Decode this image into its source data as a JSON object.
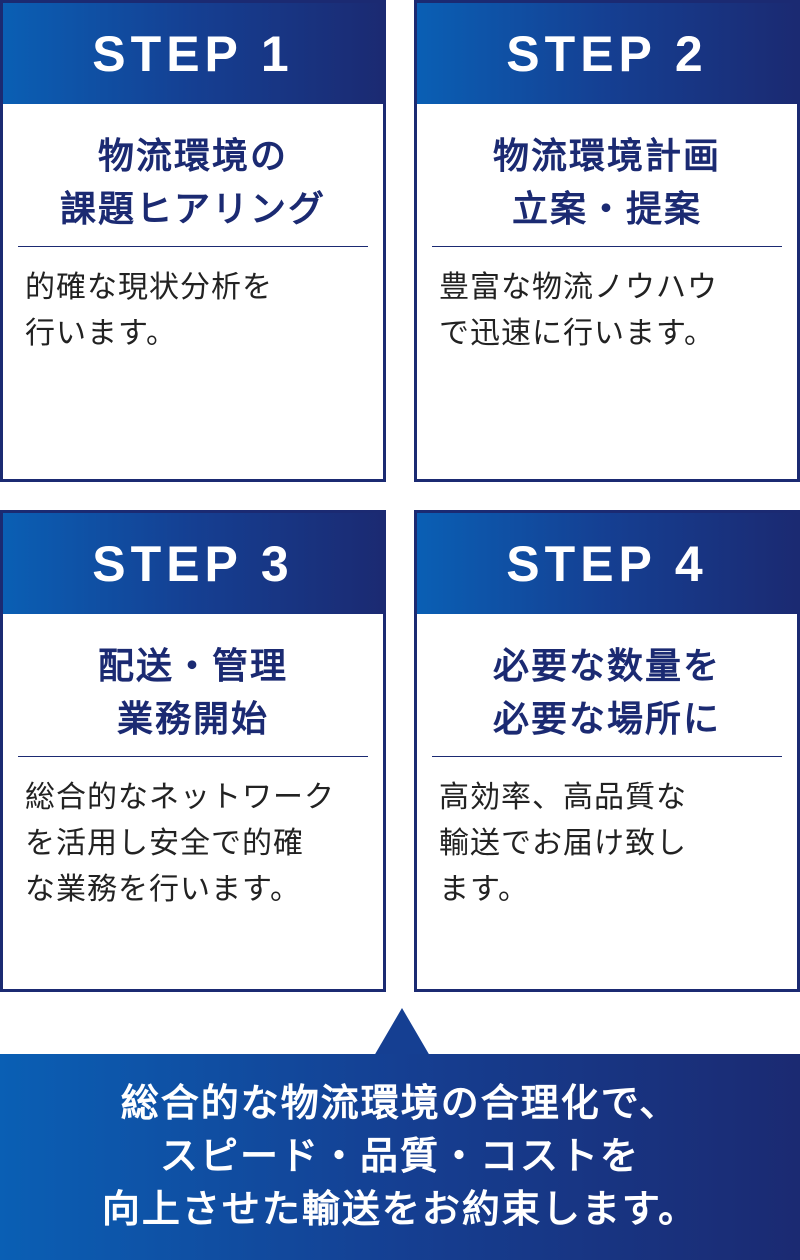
{
  "steps": [
    {
      "label": "STEP 1",
      "title": [
        "物流環境の",
        "課題ヒアリング"
      ],
      "description": [
        "的確な現状分析を",
        "行います。"
      ]
    },
    {
      "label": "STEP 2",
      "title": [
        "物流環境計画",
        "立案・提案"
      ],
      "description": [
        "豊富な物流ノウハウ",
        "で迅速に行います。"
      ]
    },
    {
      "label": "STEP 3",
      "title": [
        "配送・管理",
        "業務開始"
      ],
      "description": [
        "総合的なネットワーク",
        "を活用し安全で的確",
        "な業務を行います。"
      ]
    },
    {
      "label": "STEP 4",
      "title": [
        "必要な数量を",
        "必要な場所に"
      ],
      "description": [
        "高効率、高品質な",
        "輸送でお届け致し",
        "ます。"
      ]
    }
  ],
  "summary": {
    "lines": [
      "総合的な物流環境の合理化で、",
      "スピード・品質・コストを",
      "向上させた輸送をお約束します。"
    ]
  },
  "colors": {
    "navy": "#1b2a72",
    "blue": "#0a5fb4"
  }
}
